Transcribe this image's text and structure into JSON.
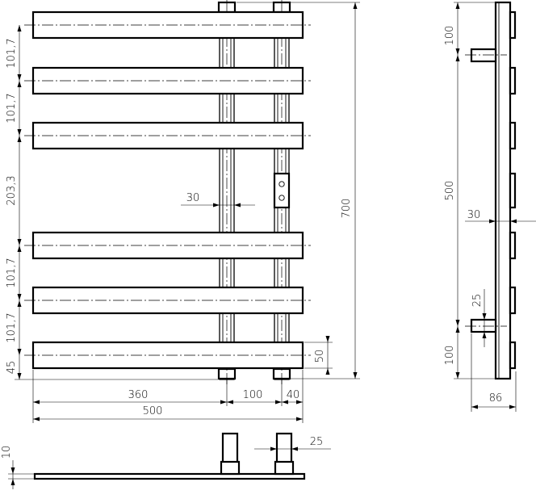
{
  "front_view": {
    "dim_vertical_spacings": [
      "101,7",
      "101,7",
      "203,3",
      "101,7",
      "101,7",
      "45"
    ],
    "dim_pipe_width": "30",
    "dim_total_height": "700",
    "dim_bar_height": "50",
    "dim_bottom": [
      "360",
      "100",
      "40"
    ],
    "dim_total_width": "500"
  },
  "side_view": {
    "dim_top": "100",
    "dim_center": "500",
    "dim_bottom": "100",
    "dim_pipe_diameter": "25",
    "dim_gap": "30",
    "dim_depth": "86"
  },
  "bottom_view": {
    "dim_thickness": "10",
    "dim_pipe": "25"
  }
}
